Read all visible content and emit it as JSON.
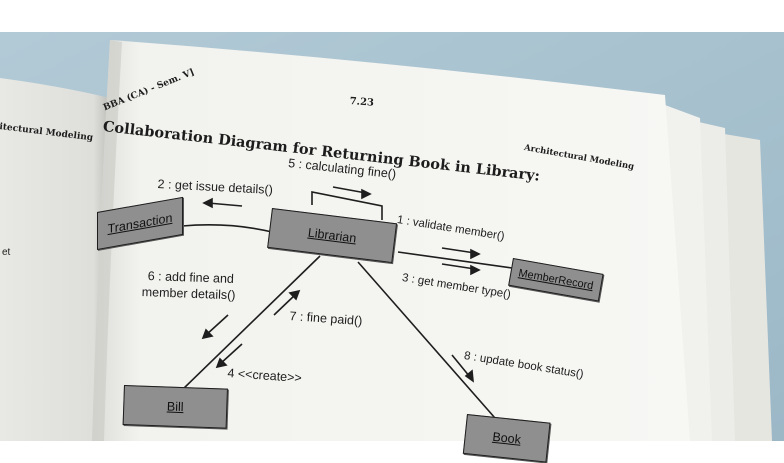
{
  "page": {
    "header_left": "BBA (CA) - Sem. V]",
    "page_number": "7.23",
    "header_right": "Architectural Modeling",
    "left_page_header": "itectural Modeling",
    "left_page_fragment": "et",
    "heading": "Collaboration Diagram for Returning Book in Library:"
  },
  "diagram": {
    "objects": {
      "transaction": "Transaction",
      "librarian": "Librarian",
      "member_record": "MemberRecord",
      "bill": "Bill",
      "book": "Book"
    },
    "messages": {
      "m1": "1 : validate member()",
      "m2": "2 : get issue details()",
      "m3": "3 : get member type()",
      "m4": "4 <<create>>",
      "m5": "5 : calculating fine()",
      "m6a": "6 : add fine and",
      "m6b": "member details()",
      "m7": "7 : fine paid()",
      "m8": "8 : update book status()"
    }
  },
  "colors": {
    "wall": "#a7c3d1",
    "page": "#f4f4f0",
    "object_fill": "#8f8f8f",
    "ink": "#1e1e1e"
  }
}
